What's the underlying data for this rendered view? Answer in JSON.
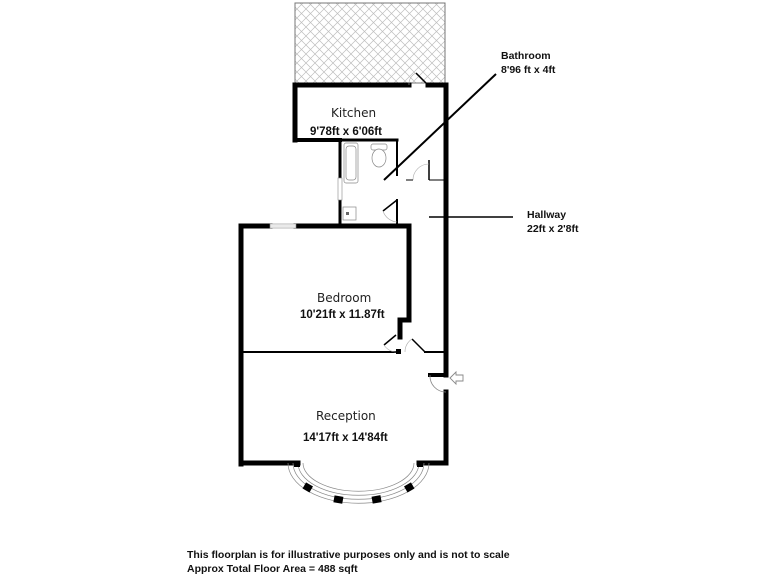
{
  "floorplan": {
    "rooms": [
      {
        "id": "kitchen",
        "name": "Kitchen",
        "dimensions": "9'78ft x 6'06ft"
      },
      {
        "id": "bedroom",
        "name": "Bedroom",
        "dimensions": "10'21ft x 11.87ft"
      },
      {
        "id": "reception",
        "name": "Reception",
        "dimensions": "14'17ft x 14'84ft"
      }
    ],
    "callouts": [
      {
        "id": "bathroom",
        "name": "Bathroom",
        "dimensions": "8'96 ft x 4ft"
      },
      {
        "id": "hallway",
        "name": "Hallway",
        "dimensions": "22ft x 2'8ft"
      }
    ],
    "entrance_icon": "arrow-left-outline-icon",
    "terrace_pattern": "crosshatch"
  },
  "footer": {
    "disclaimer": "This floorplan is for illustrative purposes only and is not to scale",
    "total_area": "Approx Total Floor Area = 488 sqft"
  }
}
